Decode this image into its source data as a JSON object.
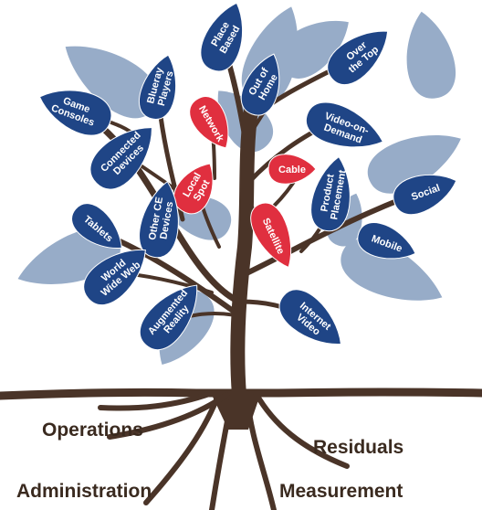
{
  "colors": {
    "leaf_blue": "#1f4586",
    "leaf_red": "#e02f3f",
    "leaf_pale": "#97acc8",
    "trunk": "#4a3428",
    "leaf_text": "#ffffff",
    "root_text": "#3a2a1f"
  },
  "leaves": [
    {
      "id": "place-based",
      "lines": [
        "Place",
        "Based"
      ],
      "color": "blue"
    },
    {
      "id": "out-of-home",
      "lines": [
        "Out of",
        "Home"
      ],
      "color": "blue"
    },
    {
      "id": "over-the-top",
      "lines": [
        "Over",
        "the Top"
      ],
      "color": "blue"
    },
    {
      "id": "blueray-players",
      "lines": [
        "Blueray",
        "Players"
      ],
      "color": "blue"
    },
    {
      "id": "network",
      "lines": [
        "Network"
      ],
      "color": "red"
    },
    {
      "id": "game-consoles",
      "lines": [
        "Game",
        "Consoles"
      ],
      "color": "blue"
    },
    {
      "id": "video-on-demand",
      "lines": [
        "Video-on-",
        "Demand"
      ],
      "color": "blue"
    },
    {
      "id": "connected-devices",
      "lines": [
        "Connected",
        "Devices"
      ],
      "color": "blue"
    },
    {
      "id": "cable",
      "lines": [
        "Cable"
      ],
      "color": "red"
    },
    {
      "id": "local-spot",
      "lines": [
        "Local",
        "Spot"
      ],
      "color": "red"
    },
    {
      "id": "product-placement",
      "lines": [
        "Product",
        "Placement"
      ],
      "color": "blue"
    },
    {
      "id": "social",
      "lines": [
        "Social"
      ],
      "color": "blue"
    },
    {
      "id": "other-ce-devices",
      "lines": [
        "Other CE",
        "Devices"
      ],
      "color": "blue"
    },
    {
      "id": "tablets",
      "lines": [
        "Tablets"
      ],
      "color": "blue"
    },
    {
      "id": "satellite",
      "lines": [
        "Satellite"
      ],
      "color": "red"
    },
    {
      "id": "mobile",
      "lines": [
        "Mobile"
      ],
      "color": "blue"
    },
    {
      "id": "world-wide-web",
      "lines": [
        "World",
        "Wide Web"
      ],
      "color": "blue"
    },
    {
      "id": "augmented-reality",
      "lines": [
        "Augmented",
        "Reality"
      ],
      "color": "blue"
    },
    {
      "id": "internet-video",
      "lines": [
        "Internet",
        "Video"
      ],
      "color": "blue"
    }
  ],
  "roots": {
    "operations": "Operations",
    "residuals": "Residuals",
    "administration": "Administration",
    "measurement": "Measurement"
  }
}
